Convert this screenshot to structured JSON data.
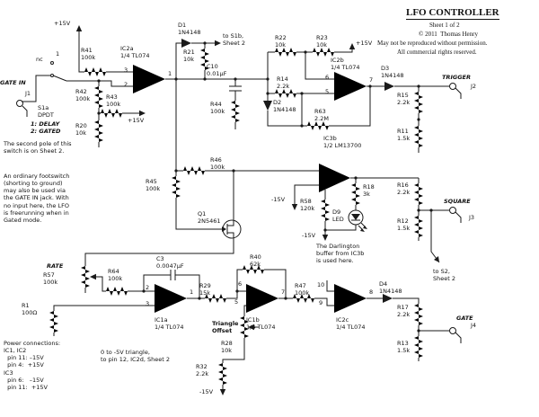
{
  "title_block": {
    "title": "LFO CONTROLLER",
    "sheet": "Sheet 1 of 2",
    "copyright": "© 2011  Thomas Henry",
    "notice1": "May not be reproduced without permission.",
    "notice2": "All commercial rights reserved."
  },
  "power": {
    "plus15": "+15V",
    "minus15": "-15V"
  },
  "pins": {
    "1": "1",
    "2": "2",
    "3": "3",
    "5": "5",
    "6": "6",
    "7": "7",
    "8": "8",
    "9": "9",
    "10": "10",
    "nc": "nc"
  },
  "components": {
    "r41": "R41\n100k",
    "r42": "R42\n100k",
    "r43": "R43\n100k",
    "r20": "R20\n10k",
    "r21": "R21\n10k",
    "r22": "R22\n10k",
    "r23": "R23\n10k",
    "r14": "R14\n2.2k",
    "r63": "R63\n2.2M",
    "r44": "R44\n100k",
    "c10": "C10\n0.01µF",
    "d1": "D1\n1N4148",
    "d2": "D2\n1N4148",
    "d3": "D3\n1N4148",
    "d4": "D4\n1N4148",
    "r15": "R15\n2.2k",
    "r11": "R11\n1.5k",
    "r45": "R45\n100k",
    "r46": "R46\n100k",
    "r58": "R58\n120k",
    "r18": "R18\n3k",
    "d9": "D9\nLED",
    "r16": "R16\n2.2k",
    "r12": "R12\n1.5k",
    "q1": "Q1\n2N5461",
    "r64": "R64\n100k",
    "c3": "C3\n0.0047µF",
    "r1": "R1\n100Ω",
    "r29": "R29\n15k",
    "r40": "R40\n62k",
    "r47": "R47\n100k",
    "r17": "R17\n2.2k",
    "r13": "R13\n1.5k",
    "r32": "R32\n2.2k",
    "ic2a": "IC2a\n1/4 TL074",
    "ic2b": "IC2b\n1/4 TL074",
    "ic2c": "IC2c\n1/4 TL074",
    "ic1a": "IC1a\n1/4 TL074",
    "ic1b": "IC1b\n1/4 TL074",
    "ic3b": "IC3b\n1/2 LM13700",
    "s1a": "S1a\nDPDT",
    "s1a_modes": "1: DELAY\n2: GATED"
  },
  "controls": {
    "rate": "RATE",
    "r57": "R57\n100k",
    "triangle_offset": "Triangle\nOffset",
    "r28": "R28\n10k"
  },
  "jacks": {
    "gate_in": "GATE IN",
    "j1": "J1",
    "trigger": "TRIGGER",
    "j2": "J2",
    "square": "SQUARE",
    "j3": "J3",
    "gate": "GATE",
    "j4": "J4"
  },
  "notes": {
    "second_pole": "The second pole of this\nswitch is on Sheet 2.",
    "footswitch": "An ordinary footswitch\n(shorting to ground)\nmay also be used via\nthe GATE IN jack. With\nno input here, the LFO\nis freerunning when in\nGated mode.",
    "darlington": "The Darlington\nbuffer from IC3b\nis used here.",
    "triangle_out": "0 to -5V triangle,\nto pin 12, IC2d, Sheet 2",
    "power_connections": "Power connections:\nIC1, IC2\n  pin 11: –15V\n  pin 4:  +15V\nIC3\n  pin 6:   –15V\n  pin 11:  +15V",
    "to_s1b": "to S1b,\nSheet 2",
    "to_s2": "to S2,\nSheet 2"
  }
}
